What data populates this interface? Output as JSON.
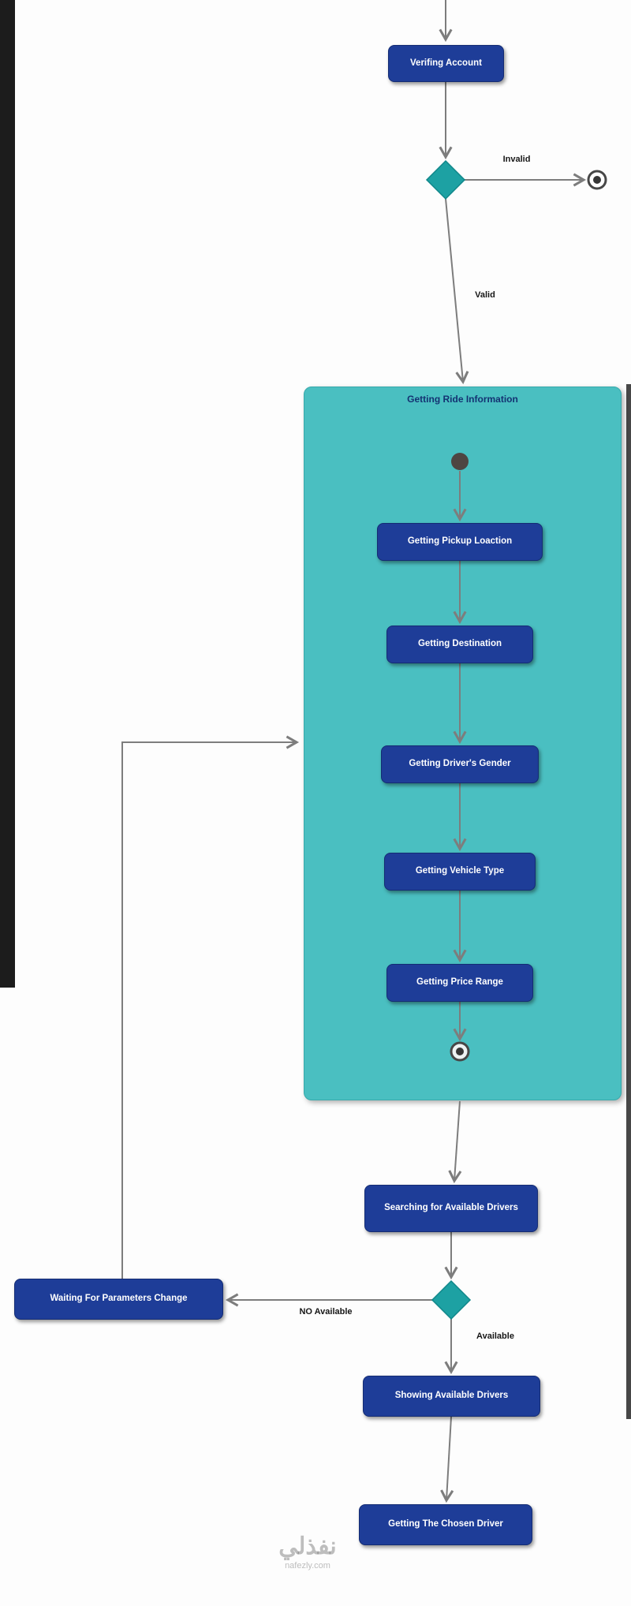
{
  "diagram": {
    "title": "Getting Ride Information",
    "nodes": {
      "verify_account": "Verifing Account",
      "getting_ride_information": "Getting Ride Information",
      "getting_pickup_location": "Getting Pickup Loaction",
      "getting_destination": "Getting Destination",
      "getting_drivers_gender": "Getting Driver's Gender",
      "getting_vehicle_type": "Getting Vehicle Type",
      "getting_price_range": "Getting Price Range",
      "searching_for_available_drivers": "Searching for Available Drivers",
      "waiting_for_parameters_change": "Waiting For Parameters Change",
      "showing_available_drivers": "Showing Available Drivers",
      "getting_the_chosen_driver": "Getting The Chosen Driver"
    },
    "edge_labels": {
      "invalid": "Invalid",
      "valid": "Valid",
      "no_available": "NO Available",
      "available": "Available"
    },
    "colors": {
      "action_fill": "#1e3d98",
      "container_fill": "#4abfc1",
      "decision_fill": "#1da1a3",
      "edge": "#7d7d7d",
      "title_text": "#143272"
    }
  },
  "watermark": {
    "brand": "نفذلي",
    "url": "nafezly.com"
  }
}
